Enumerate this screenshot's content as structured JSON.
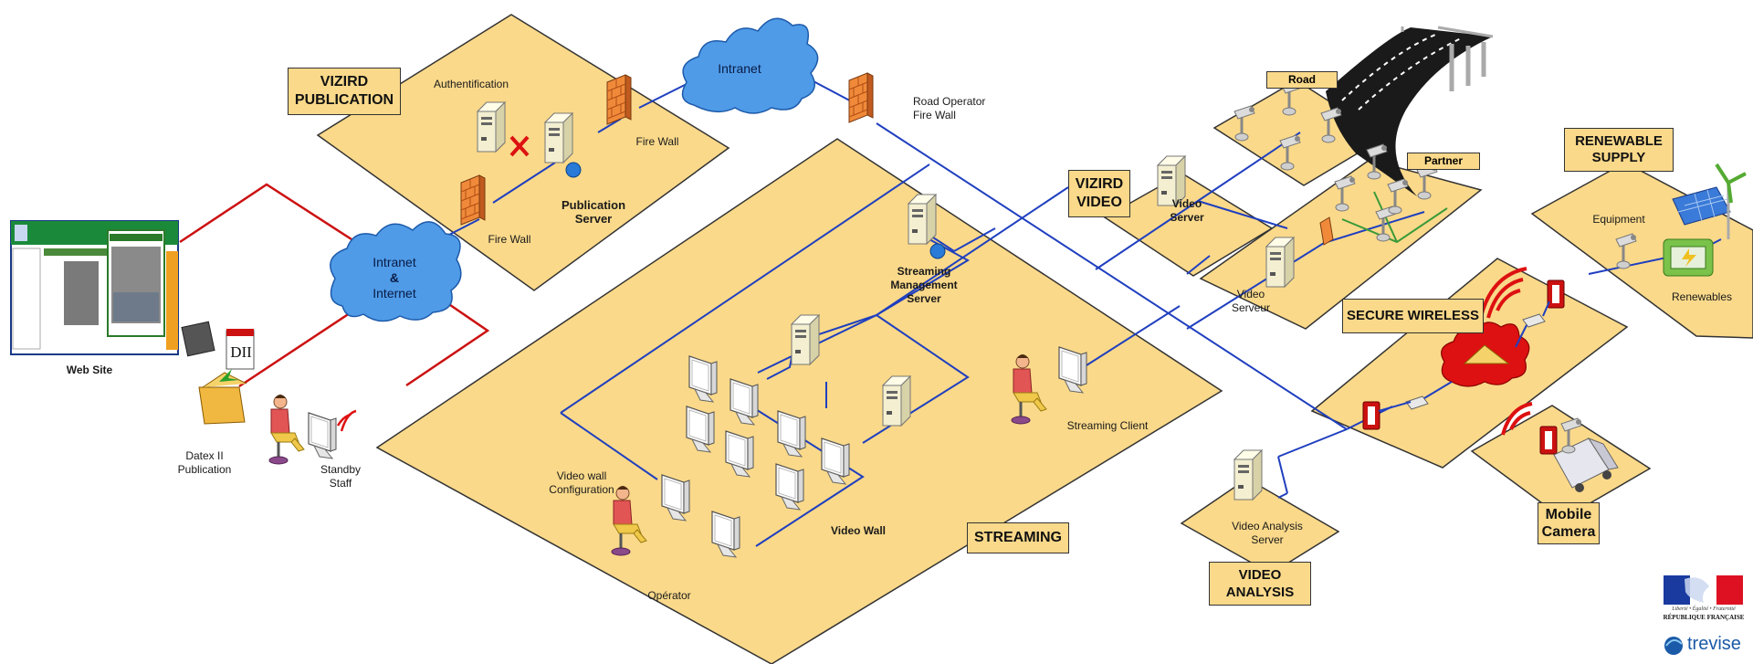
{
  "zones": {
    "publication": {
      "title_line1": "VIZIRD",
      "title_line2": "PUBLICATION",
      "authentification": "Authentification",
      "fire_wall_1": "Fire Wall",
      "fire_wall_2": "Fire Wall",
      "publication_server_line1": "Publication",
      "publication_server_line2": "Server"
    },
    "intranet_top": {
      "label": "Intranet"
    },
    "intranet_internet": {
      "line1": "Intranet",
      "line2": "&",
      "line3": "Internet"
    },
    "road_operator": {
      "line1": "Road Operator",
      "line2": "Fire Wall"
    },
    "website": {
      "label": "Web Site"
    },
    "datex": {
      "line1": "Datex II",
      "line2": "Publication",
      "icon_text": "DII"
    },
    "standby": {
      "line1": "Standby",
      "line2": "Staff"
    },
    "streaming": {
      "title": "STREAMING",
      "mgmt_line1": "Streaming",
      "mgmt_line2": "Management",
      "mgmt_line3": "Server",
      "streaming_client": "Streaming Client",
      "video_wall": "Video Wall",
      "video_wall_config_line1": "Video wall",
      "video_wall_config_line2": "Configuration",
      "operator": "Opérator"
    },
    "video": {
      "title_line1": "VIZIRD",
      "title_line2": "VIDEO",
      "video_server_line1": "Video",
      "video_server_line2": "Server"
    },
    "road": {
      "tag": "Road"
    },
    "partner": {
      "tag": "Partner",
      "video_serveur_line1": "Video",
      "video_serveur_line2": "Serveur"
    },
    "renewable": {
      "title_line1": "RENEWABLE",
      "title_line2": "SUPPLY",
      "equipment": "Equipment",
      "renewables": "Renewables"
    },
    "wireless": {
      "title": "SECURE WIRELESS"
    },
    "mobile": {
      "title_line1": "Mobile",
      "title_line2": "Camera"
    },
    "analysis": {
      "title_line1": "VIDEO",
      "title_line2": "ANALYSIS",
      "server_line1": "Video Analysis",
      "server_line2": "Server"
    }
  },
  "logos": {
    "republique_motto": "Liberté • Égalité • Fraternité",
    "republique_name": "RÉPUBLIQUE FRANÇAISE",
    "trevise": "trevise"
  },
  "colors": {
    "zone_fill": "#fad98a",
    "network_blue": "#1f3fbf",
    "network_red": "#cc1111",
    "cloud": "#4f9be8",
    "firewall": "#e8782a"
  }
}
